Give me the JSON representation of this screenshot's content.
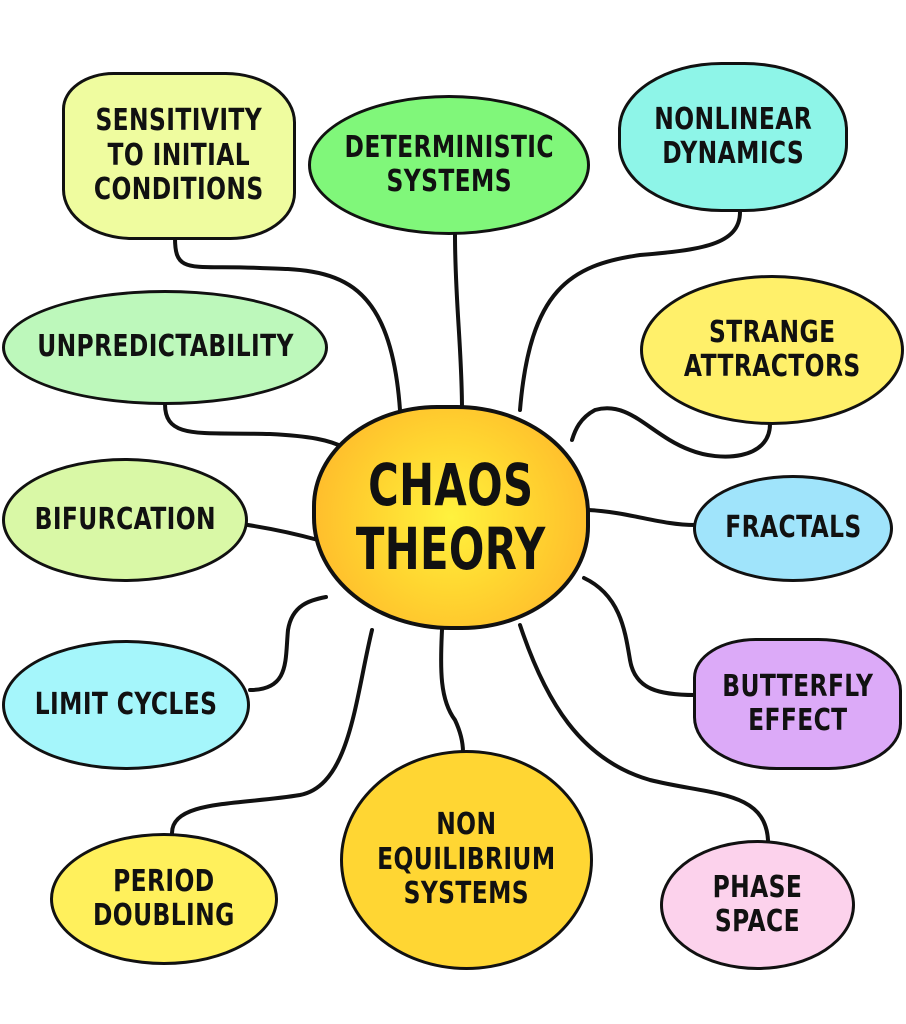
{
  "center": {
    "label": "Chaos\nTheory",
    "color": "#ffc62e"
  },
  "nodes": {
    "sensitivity": {
      "label": "Sensitivity\nto initial\nconditions",
      "color": "#effc9f"
    },
    "deterministic": {
      "label": "Deterministic\nsystems",
      "color": "#80f77a"
    },
    "nonlinear": {
      "label": "Nonlinear\ndynamics",
      "color": "#8ef5e8"
    },
    "unpredictability": {
      "label": "Unpredictability",
      "color": "#bdf8bb"
    },
    "strange": {
      "label": "Strange\nattractors",
      "color": "#fff06a"
    },
    "bifurcation": {
      "label": "Bifurcation",
      "color": "#d9f8a6"
    },
    "fractals": {
      "label": "Fractals",
      "color": "#a0e4fb"
    },
    "limit": {
      "label": "Limit cycles",
      "color": "#a5f6fb"
    },
    "butterfly": {
      "label": "Butterfly\neffect",
      "color": "#dcaaf8"
    },
    "nonequilibrium": {
      "label": "Non\nequilibrium\nsystems",
      "color": "#ffd633"
    },
    "period": {
      "label": "Period\ndoubling",
      "color": "#fff05c"
    },
    "phase": {
      "label": "Phase\nspace",
      "color": "#fcd2ec"
    }
  }
}
